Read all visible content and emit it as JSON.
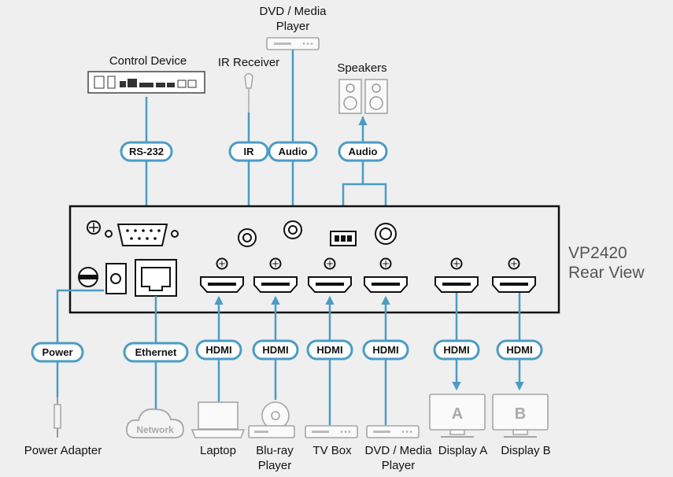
{
  "model": {
    "name": "VP2420",
    "view": "Rear View"
  },
  "top_devices": {
    "control_device": "Control Device",
    "ir_receiver": "IR Receiver",
    "dvd_player_line1": "DVD / Media",
    "dvd_player_line2": "Player",
    "speakers": "Speakers"
  },
  "top_cables": {
    "rs232": "RS-232",
    "ir": "IR",
    "audio_in": "Audio",
    "audio_out": "Audio"
  },
  "bottom_cables": {
    "power": "Power",
    "ethernet": "Ethernet",
    "hdmi_in1": "HDMI",
    "hdmi_in2": "HDMI",
    "hdmi_in3": "HDMI",
    "hdmi_in4": "HDMI",
    "hdmi_out_a": "HDMI",
    "hdmi_out_b": "HDMI"
  },
  "bottom_devices": {
    "power_adapter": "Power Adapter",
    "network_cloud": "Network",
    "laptop": "Laptop",
    "bluray_line1": "Blu-ray",
    "bluray_line2": "Player",
    "tv_box": "TV Box",
    "dvd_line1": "DVD / Media",
    "dvd_line2": "Player",
    "display_a": "Display A",
    "display_b": "Display B",
    "display_a_letter": "A",
    "display_b_letter": "B"
  },
  "colors": {
    "cable": "#4a9cc4",
    "device_gray": "#a5a5a5",
    "background": "#efefef"
  }
}
